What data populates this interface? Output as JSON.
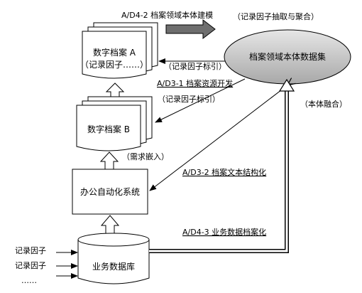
{
  "labels": {
    "process_a_d4_2": "A/D4-2  档案领域本体建模",
    "extract_aggregate": "（记录因子抽取与聚合）",
    "ontology_dataset": "档案领域本体数据集",
    "archive_a_line1": "数字档案 A",
    "archive_a_line2": "（记录因子……）",
    "factor_index_1": "（记录因子标引）",
    "process_a_d3_1": "A/D3-1  档案资源开发",
    "factor_index_2": "（记录因子标引）",
    "ontology_fusion": "（本体融合）",
    "archive_b": "数字档案 B",
    "demand_embed": "（需求嵌入）",
    "process_a_d3_2": "A/D3-2  档案文本结构化",
    "office_automation": "办公自动化系统",
    "process_a_d4_3": "A/D4-3  业务数据档案化",
    "record_factor_1": "记录因子",
    "record_factor_2": "记录因子",
    "ellipsis": "……",
    "business_db": "业务数据库"
  }
}
